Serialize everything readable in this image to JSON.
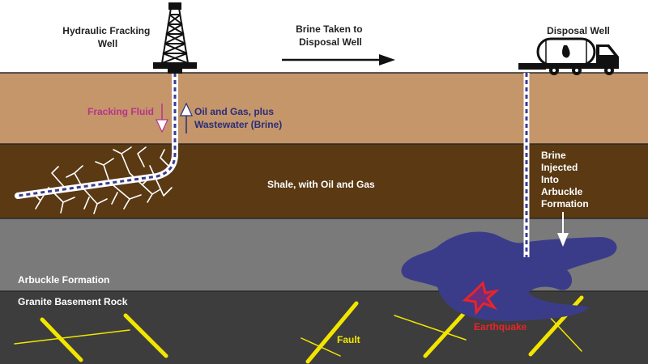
{
  "labels": {
    "fracking_well": [
      "Hydraulic Fracking",
      "Well"
    ],
    "brine_taken": [
      "Brine Taken to",
      "Disposal Well"
    ],
    "disposal_well": "Disposal Well",
    "fracking_fluid": "Fracking Fluid",
    "oil_gas": [
      "Oil and Gas, plus",
      "Wastewater (Brine)"
    ],
    "shale": "Shale, with Oil and Gas",
    "brine_injected": [
      "Brine",
      "Injected",
      "Into",
      "Arbuckle",
      "Formation"
    ],
    "arbuckle": "Arbuckle Formation",
    "granite": "Granite Basement Rock",
    "fault": "Fault",
    "earthquake": "Earthquake"
  },
  "colors": {
    "sky": "#ffffff",
    "topsoil": "#c4966a",
    "shale": "#5a3913",
    "arbuckle": "#7a7a7a",
    "granite": "#3d3d3d",
    "brine_plume": "#3a3c8a",
    "fault": "#f2e600",
    "earthquake": "#e8242a",
    "fracking_fluid": "#b8338a",
    "oil_gas": "#2a2d7a",
    "pipe_dash": "#3b3c8f"
  },
  "icons": [
    "drilling-rig-icon",
    "tanker-truck-icon",
    "earthquake-star-icon",
    "right-arrow-icon"
  ]
}
